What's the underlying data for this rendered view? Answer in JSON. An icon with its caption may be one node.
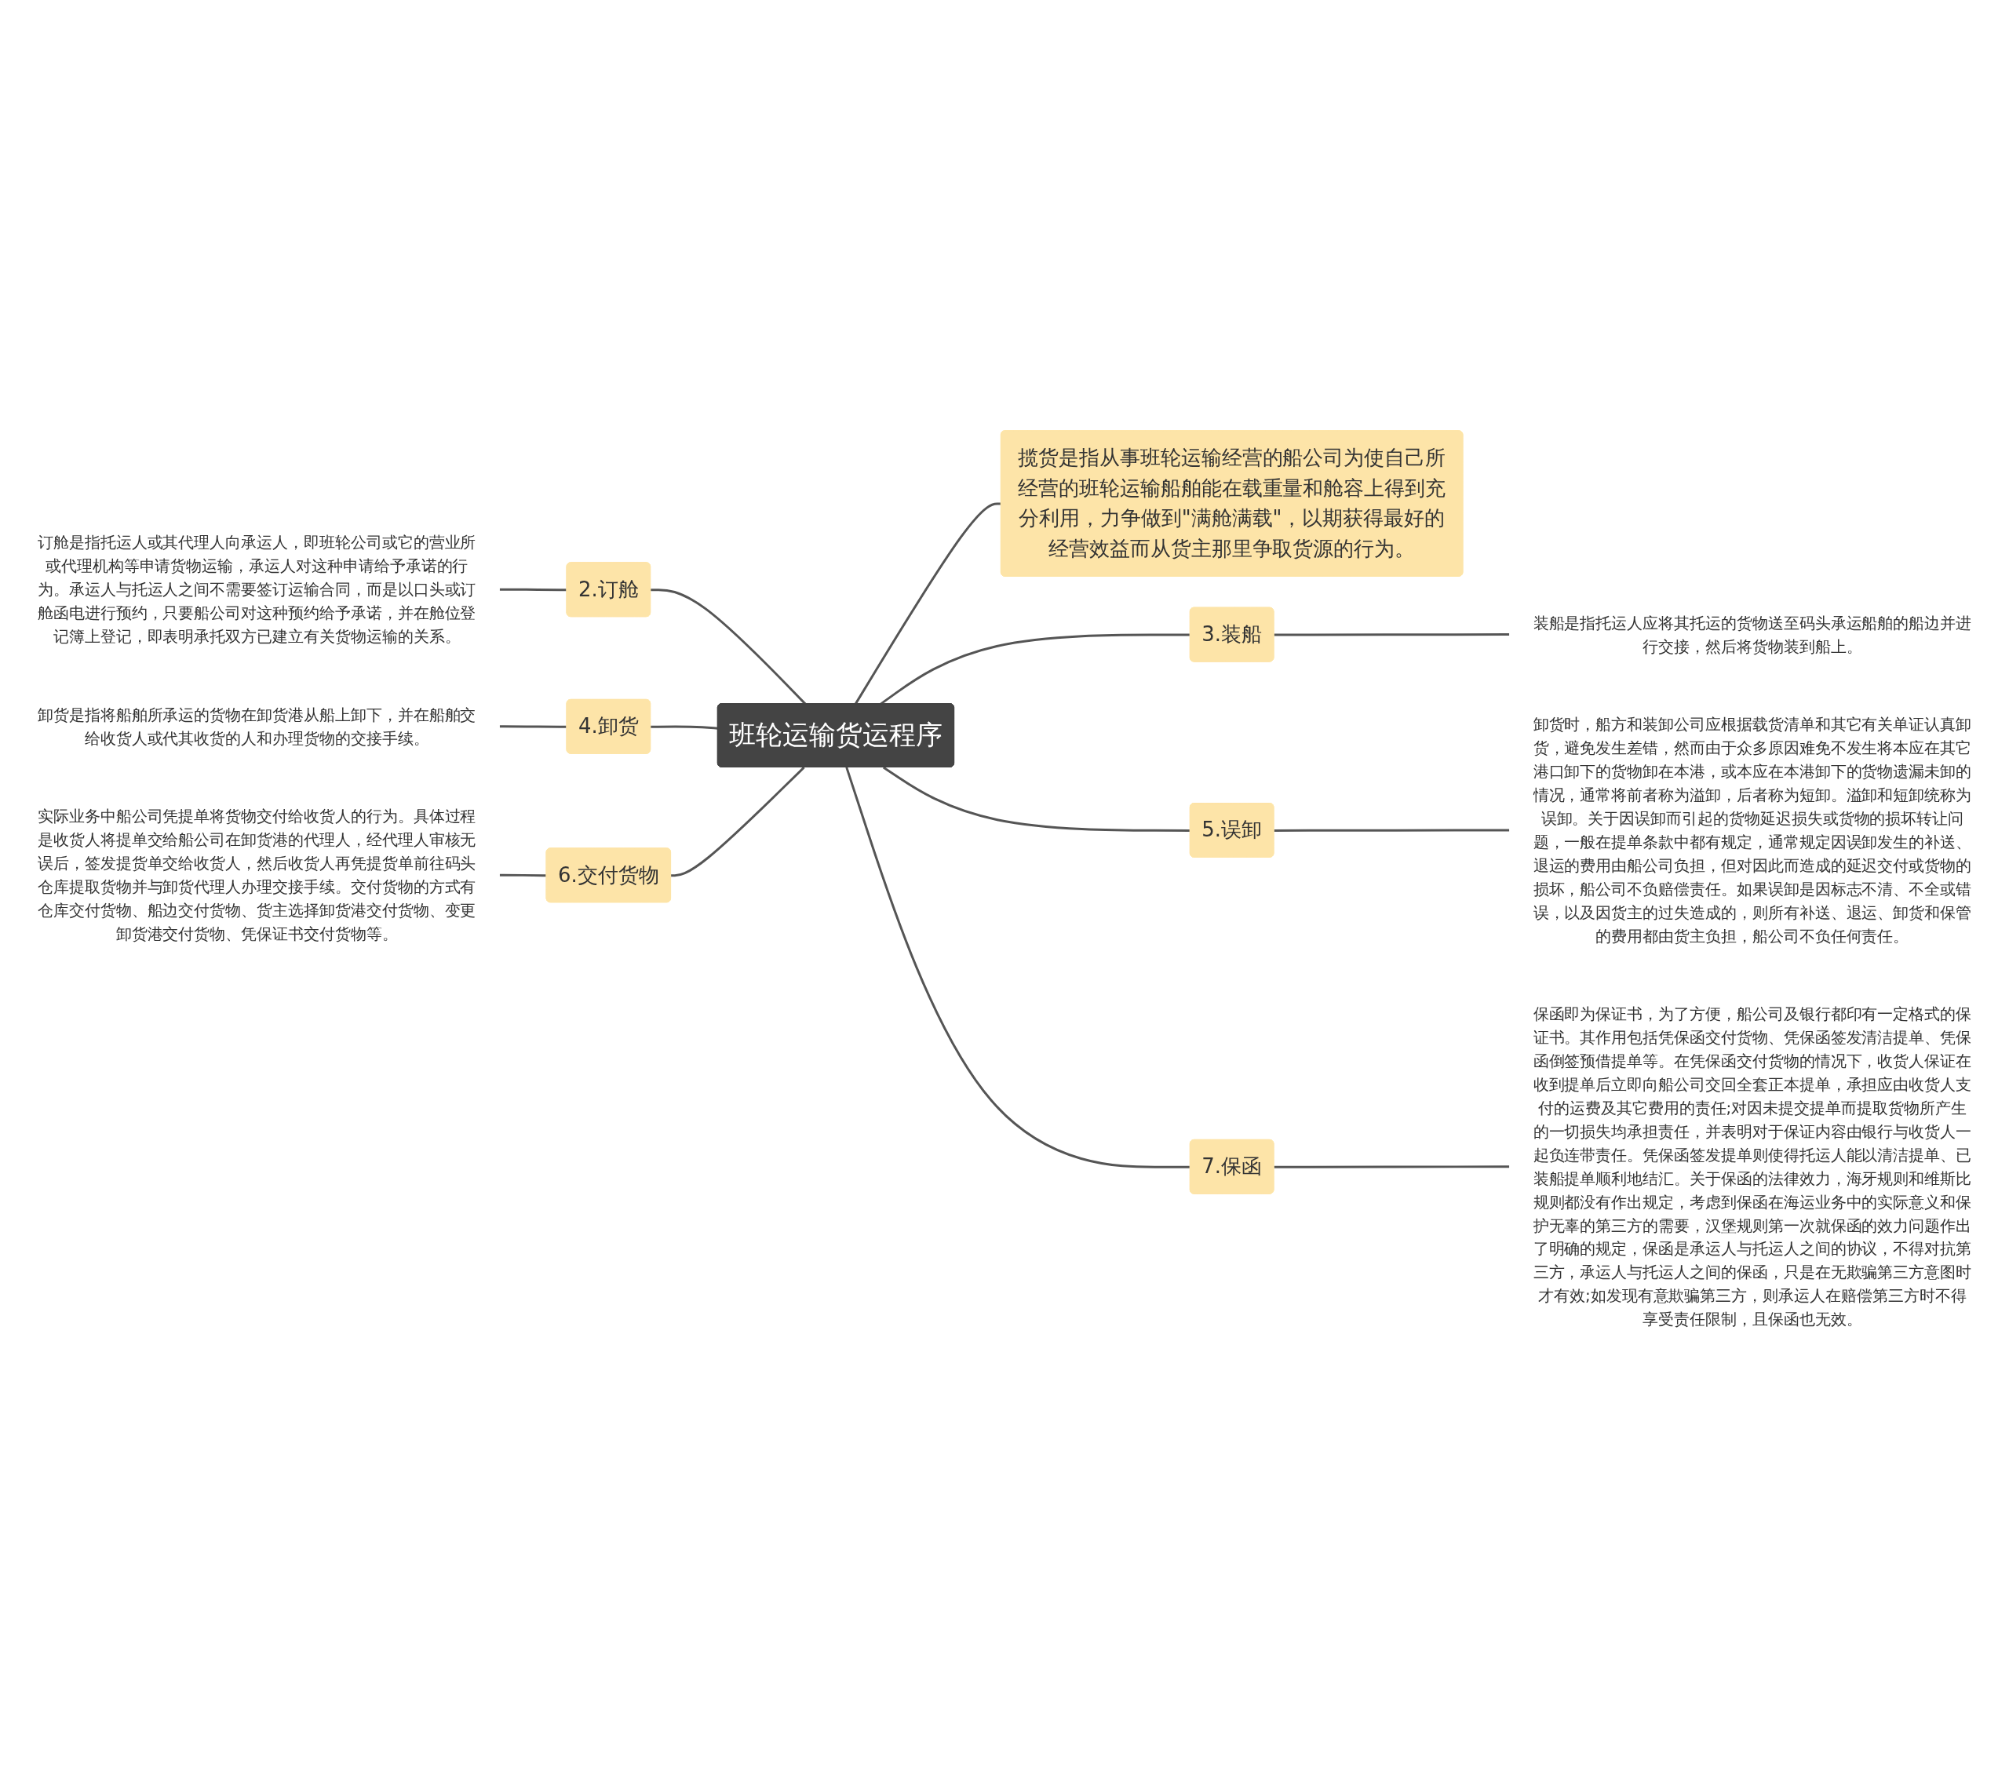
{
  "diagram": {
    "nodes": [
      {
        "text": [
          "班轮运输货运程序"
        ]
      },
      {
        "text": [
          "揽货是指从事班轮运输经营的船公司为使自己所经营的班轮运输船舶能在载重量和舱容上得到充分利用，力争做到\"满舱满载\"，以期获得最好的经营效益而从货主那里争取货源的行为。"
        ]
      },
      {
        "text": [
          "2.订舱"
        ]
      },
      {
        "text": [
          "订舱是指托运人或其代理人向承运人，即班轮公司或它的营业所或代理机构等申请货物运输，承运人对这种申请给予承诺的行为。承运人与托运人之间不需要签订运输合同，而是以口头或订舱函电进行预约，只要船公司对这种预约给予承诺，并在舱位登记簿上登记，即表明承托双方已建立有关货物运输的关系。"
        ]
      },
      {
        "text": [
          "3.装船"
        ]
      },
      {
        "text": [
          "装船是指托运人应将其托运的货物送至码头承运船舶的船边并进行交接，然后将货物装到船上。"
        ]
      },
      {
        "text": [
          "4.卸货"
        ]
      },
      {
        "text": [
          "卸货是指将船舶所承运的货物在卸货港从船上卸下，并在船舶交给收货人或代其收货的人和办理货物的交接手续。"
        ]
      },
      {
        "text": [
          "5.误卸"
        ]
      },
      {
        "text": [
          "卸货时，船方和装卸公司应根据载货清单和其它有关单证认真卸货，避免发生差错，然而由于众多原因难免不发生将本应在其它港口卸下的货物卸在本港，或本应在本港卸下的货物遗漏未卸的情况，通常将前者称为溢卸，后者称为短卸。溢卸和短卸统称为误卸。关于因误卸而引起的货物延迟损失或货物的损坏转让问题，一般在提单条款中都有规定，通常规定因误卸发生的补送、退运的费用由船公司负担，但对因此而造成的延迟交付或货物的损坏，船公司不负赔偿责任。如果误卸是因标志不清、不全或错误，以及因货主的过失造成的，则所有补送、退运、卸货和保管的费用都由货主负担，船公司不负任何责任。"
        ]
      },
      {
        "text": [
          "6.交付货物"
        ]
      },
      {
        "text": [
          "实际业务中船公司凭提单将货物交付给收货人的行为。具体过程是收货人将提单交给船公司在卸货港的代理人，经代理人审核无误后，签发提货单交给收货人，然后收货人再凭提货单前往码头仓库提取货物并与卸货代理人办理交接手续。交付货物的方式有仓库交付货物、船边交付货物、货主选择卸货港交付货物、变更卸货港交付货物、凭保证书交付货物等。"
        ]
      },
      {
        "text": [
          "7.保函"
        ]
      },
      {
        "text": [
          "保函即为保证书，为了方便，船公司及银行都印有一定格式的保证书。其作用包括凭保函交付货物、凭保函签发清洁提单、凭保函倒签预借提单等。在凭保函交付货物的情况下，收货人保证在收到提单后立即向船公司交回全套正本提单，承担应由收货人支付的运费及其它费用的责任;对因未提交提单而提取货物所产生的一切损失均承担责任，并表明对于保证内容由银行与收货人一起负连带责任。凭保函签发提单则使得托运人能以清洁提单、已装船提单顺利地结汇。关于保函的法律效力，海牙规则和维斯比规则都没有作出规定，考虑到保函在海运业务中的实际意义和保护无辜的第三方的需要，汉堡规则第一次就保函的效力问题作出了明确的规定，保函是承运人与托运人之间的协议，不得对抗第三方，承运人与托运人之间的保函，只是在无欺骗第三方意图时才有效;如发现有意欺骗第三方，则承运人在赔偿第三方时不得享受责任限制，且保函也无效。"
        ]
      }
    ],
    "edges": [
      {
        "from": 0,
        "to": 1,
        "arrow": "none"
      },
      {
        "from": 2,
        "to": 0,
        "arrow": "none"
      },
      {
        "from": 3,
        "to": 2,
        "arrow": "none"
      },
      {
        "from": 0,
        "to": 4,
        "arrow": "none"
      },
      {
        "from": 4,
        "to": 5,
        "arrow": "none"
      },
      {
        "from": 6,
        "to": 0,
        "arrow": "none"
      },
      {
        "from": 7,
        "to": 6,
        "arrow": "none"
      },
      {
        "from": 0,
        "to": 8,
        "arrow": "none"
      },
      {
        "from": 8,
        "to": 9,
        "arrow": "none"
      },
      {
        "from": 10,
        "to": 0,
        "arrow": "none"
      },
      {
        "from": 11,
        "to": 10,
        "arrow": "none"
      },
      {
        "from": 0,
        "to": 12,
        "arrow": "none"
      },
      {
        "from": 12,
        "to": 13,
        "arrow": "none"
      }
    ]
  }
}
